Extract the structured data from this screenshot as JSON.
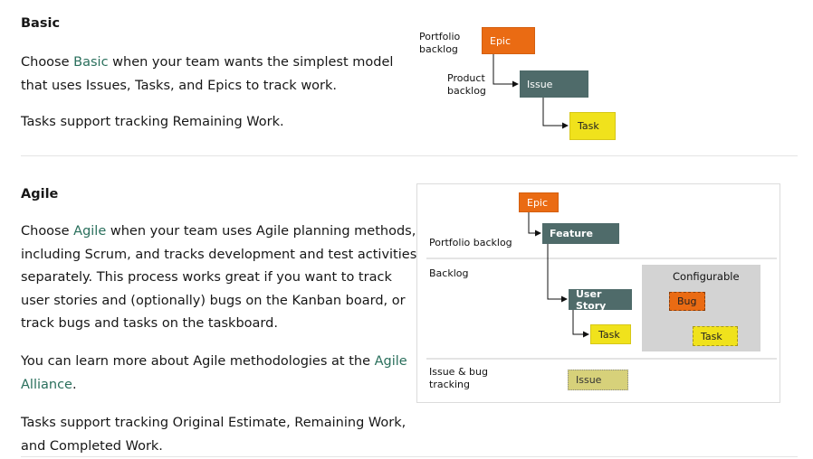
{
  "basic": {
    "heading": "Basic",
    "p1_pre": "Choose ",
    "p1_link": "Basic",
    "p1_post_line1": " when your team wants the simplest model",
    "p1_line2": "that uses Issues, Tasks, and Epics to track work.",
    "p2": "Tasks support tracking Remaining Work.",
    "diagram": {
      "portfolio_label_1": "Portfolio",
      "portfolio_label_2": "backlog",
      "product_label_1": "Product",
      "product_label_2": "backlog",
      "epic": "Epic",
      "issue": "Issue",
      "task": "Task"
    }
  },
  "agile": {
    "heading": "Agile",
    "p1_pre": "Choose ",
    "p1_link": "Agile",
    "p1_line1_post": " when your team uses Agile planning methods,",
    "p1_line2": "including Scrum, and tracks development and test activities",
    "p1_line3": "separately. This process works great if you want to track",
    "p1_line4": "user stories and (optionally) bugs on the Kanban board, or",
    "p1_line5": "track bugs and tasks on the taskboard.",
    "p2_line1_pre": "You can learn more about Agile methodologies at the ",
    "p2_link_1": "Agile",
    "p2_link_2": "Alliance",
    "p2_post": ".",
    "p3_line1": "Tasks support tracking Original Estimate, Remaining Work,",
    "p3_line2": "and Completed Work.",
    "diagram": {
      "epic": "Epic",
      "feature": "Feature",
      "portfolio_backlog": "Portfolio backlog",
      "backlog": "Backlog",
      "configurable": "Configurable",
      "user_story": "User Story",
      "bug": "Bug",
      "task1": "Task",
      "task2": "Task",
      "issue_bug_1": "Issue & bug",
      "issue_bug_2": "tracking",
      "issue": "Issue"
    }
  },
  "colors": {
    "link": "#2a6f5c",
    "orange": "#ea6b13",
    "teal": "#4f6b6a",
    "yellow": "#f0e21c",
    "grey_box": "#d3d3d3"
  }
}
